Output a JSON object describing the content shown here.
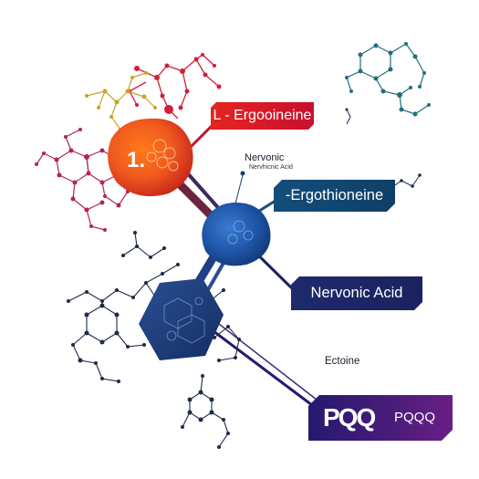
{
  "labels": {
    "l_ergothioneine": "L - Ergooineine",
    "ergothioneine": "-Ergothioneine",
    "nervonic_acid": "Nervonic Acid",
    "pqq_logo": "PQQ",
    "pqq": "PQQQ"
  },
  "annotations": {
    "nervonic": "Nervonic",
    "nervonic_sub": "Nervhicnic Acid",
    "ectoine": "Ectoine"
  },
  "node_number": "1.",
  "colors": {
    "orange_node": "#e8441c",
    "blue_node": "#1f4fa0",
    "navy_node": "#1a3c78",
    "red_molecule": "#d11e3a",
    "magenta_molecule": "#b0245a",
    "gold_molecule": "#c9a227",
    "teal_molecule": "#1f6f7a",
    "navy_molecule": "#1e2a4a"
  }
}
